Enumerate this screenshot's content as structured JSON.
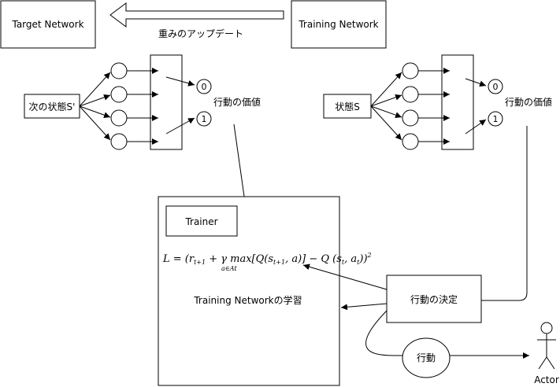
{
  "target_network": {
    "label": "Target Network"
  },
  "training_network": {
    "label": "Training Network"
  },
  "update_arrow": {
    "label": "重みのアップデート"
  },
  "left_net": {
    "state_label": "次の状態S'",
    "outputs": [
      "0",
      "1"
    ],
    "value_label": "行動の価値"
  },
  "right_net": {
    "state_label": "状態S",
    "outputs": [
      "0",
      "1"
    ],
    "value_label": "行動の価値"
  },
  "trainer": {
    "title": "Trainer",
    "formula": "L = (r_{t+1} + γ max_{a∈At}[Q(s_{t+1}, a)] − Q(s_t, a_t))^2",
    "caption": "Training Networkの学習"
  },
  "decision": {
    "label": "行動の決定"
  },
  "action": {
    "label": "行動"
  },
  "actor": {
    "label": "Actor"
  }
}
